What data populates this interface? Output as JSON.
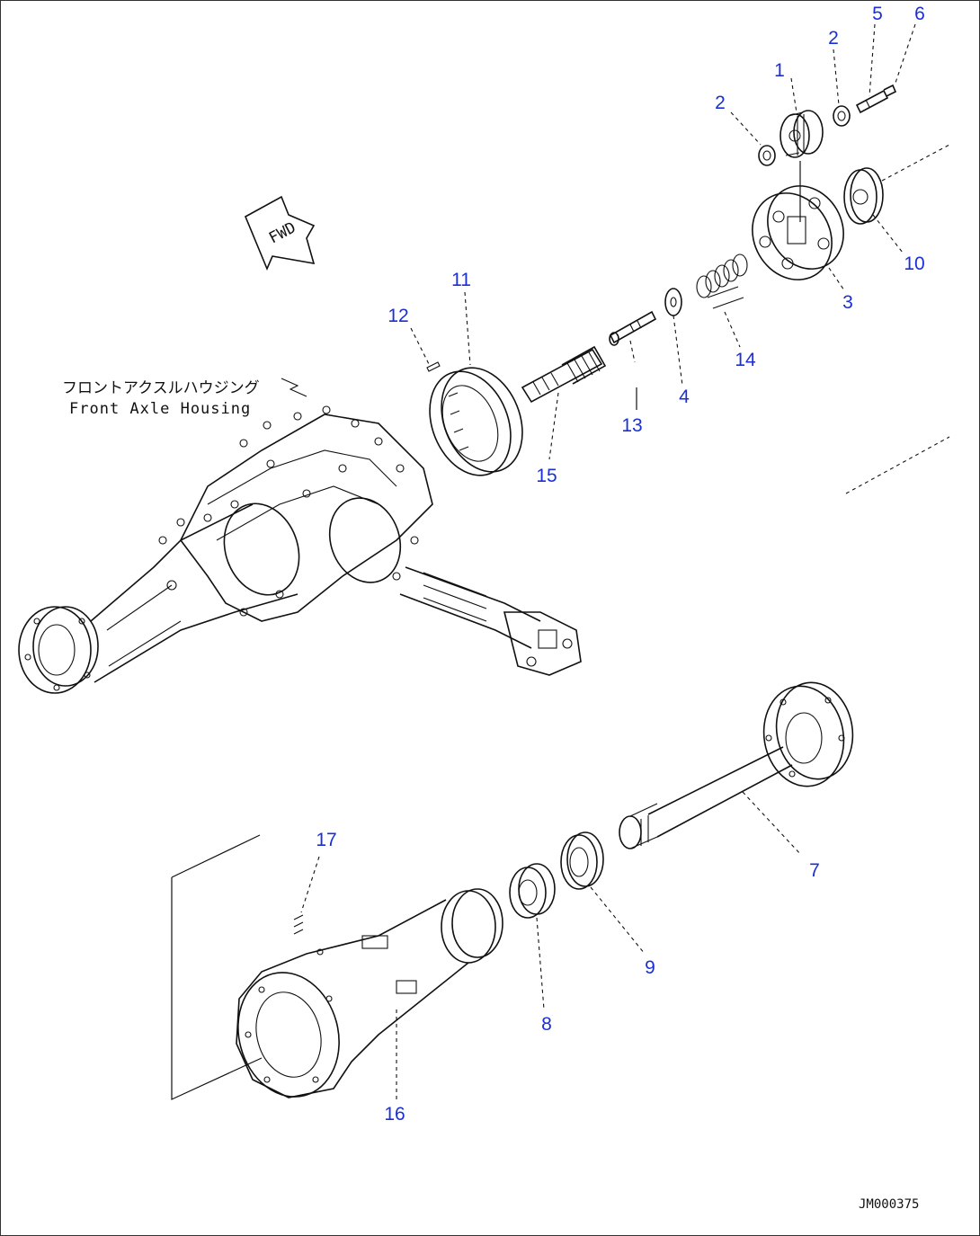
{
  "housing_label": {
    "japanese": "フロントアクスルハウジング",
    "english": "Front Axle Housing"
  },
  "fwd_label": "FWD",
  "drawing_number": "JM000375",
  "callouts": [
    "1",
    "2",
    "2",
    "3",
    "4",
    "5",
    "6",
    "7",
    "8",
    "9",
    "10",
    "11",
    "12",
    "13",
    "14",
    "15",
    "16",
    "17"
  ],
  "colors": {
    "callout": "#1a2fd6",
    "line": "#111111"
  }
}
